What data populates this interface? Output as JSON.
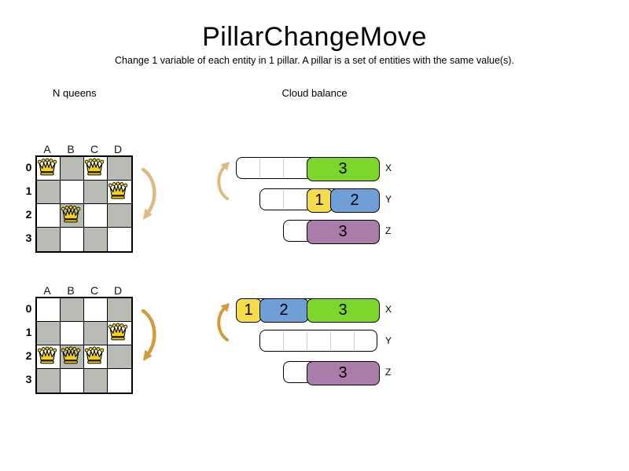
{
  "header": {
    "title": "PillarChangeMove",
    "subtitle": "Change 1 variable of each entity in 1 pillar. A pillar is a set of entities with the same value(s)."
  },
  "sections": {
    "nqueens_label": "N queens",
    "cloud_label": "Cloud balance"
  },
  "colors": {
    "board_gray": "#b9bcb4",
    "queen_gold": "#f3d11b",
    "green": "#7cd62c",
    "yellow": "#f6dc4a",
    "blue": "#6f9fd6",
    "purple": "#aa7caa",
    "arrow_light": "#dcbb80",
    "arrow_dark": "#d29a3a",
    "slot_line": "#cfcfcf"
  },
  "boards": [
    {
      "state": "before",
      "columns": [
        "A",
        "B",
        "C",
        "D"
      ],
      "rows": [
        "0",
        "1",
        "2",
        "3"
      ],
      "queens": [
        {
          "col": "A",
          "row": 0
        },
        {
          "col": "C",
          "row": 0
        },
        {
          "col": "D",
          "row": 1
        },
        {
          "col": "B",
          "row": 2
        }
      ]
    },
    {
      "state": "after",
      "columns": [
        "A",
        "B",
        "C",
        "D"
      ],
      "rows": [
        "0",
        "1",
        "2",
        "3"
      ],
      "queens": [
        {
          "col": "D",
          "row": 1
        },
        {
          "col": "A",
          "row": 2
        },
        {
          "col": "B",
          "row": 2
        },
        {
          "col": "C",
          "row": 2
        }
      ]
    }
  ],
  "cloud_states": [
    {
      "state": "before",
      "computers": [
        {
          "label": "X",
          "capacity": 6,
          "blocks": [
            {
              "value": "3",
              "size": 3,
              "color": "green"
            }
          ]
        },
        {
          "label": "Y",
          "capacity": 5,
          "blocks": [
            {
              "value": "1",
              "size": 1,
              "color": "yellow"
            },
            {
              "value": "2",
              "size": 2,
              "color": "blue"
            }
          ]
        },
        {
          "label": "Z",
          "capacity": 4,
          "blocks": [
            {
              "value": "3",
              "size": 3,
              "color": "purple"
            }
          ]
        }
      ]
    },
    {
      "state": "after",
      "computers": [
        {
          "label": "X",
          "capacity": 6,
          "blocks": [
            {
              "value": "1",
              "size": 1,
              "color": "yellow"
            },
            {
              "value": "2",
              "size": 2,
              "color": "blue"
            },
            {
              "value": "3",
              "size": 3,
              "color": "green"
            }
          ]
        },
        {
          "label": "Y",
          "capacity": 5,
          "blocks": []
        },
        {
          "label": "Z",
          "capacity": 4,
          "blocks": [
            {
              "value": "3",
              "size": 3,
              "color": "purple"
            }
          ]
        }
      ]
    }
  ]
}
